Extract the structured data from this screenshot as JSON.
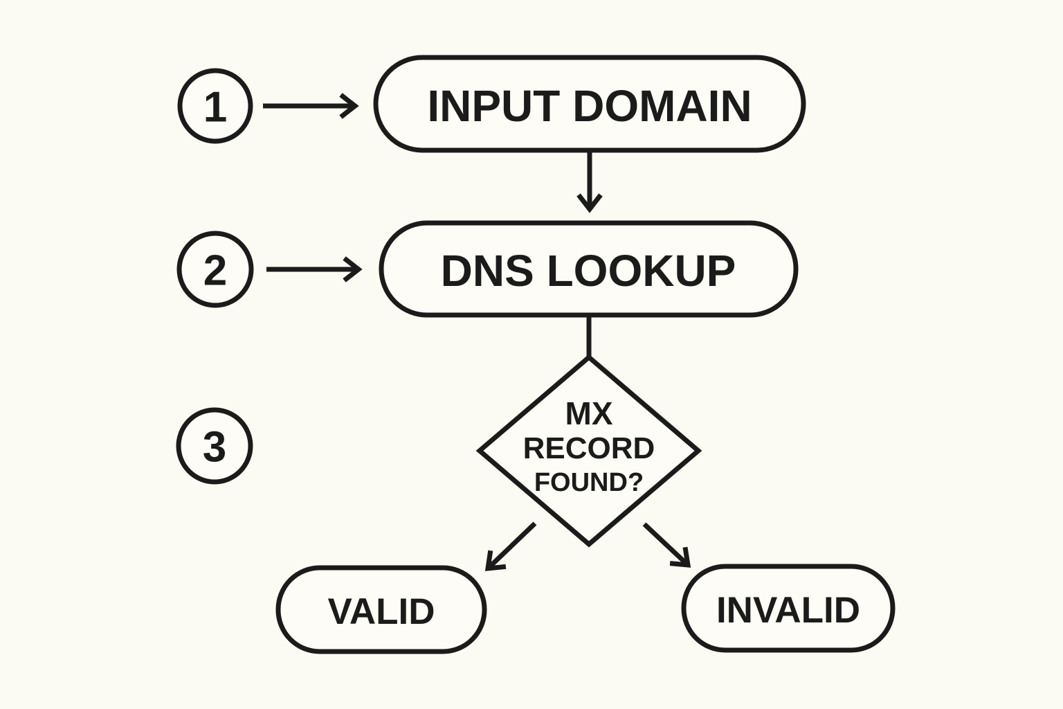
{
  "colors": {
    "background": "#FCFBF3",
    "node_fill": "#FDFCF6",
    "line": "#1B1B1B",
    "text": "#1B1B1B"
  },
  "steps": [
    {
      "label": "1"
    },
    {
      "label": "2"
    },
    {
      "label": "3"
    }
  ],
  "nodes": {
    "input_domain": {
      "label": "INPUT DOMAIN",
      "shape": "rounded"
    },
    "dns_lookup": {
      "label": "DNS LOOKUP",
      "shape": "rounded"
    },
    "decision": {
      "lines": [
        "MX",
        "RECORD",
        "FOUND?"
      ],
      "shape": "diamond"
    },
    "valid": {
      "label": "VALID",
      "shape": "rounded"
    },
    "invalid": {
      "label": "INVALID",
      "shape": "rounded"
    }
  },
  "edges": [
    {
      "from": "step-1",
      "to": "input-domain",
      "arrow": true
    },
    {
      "from": "step-2",
      "to": "dns-lookup",
      "arrow": true
    },
    {
      "from": "input-domain",
      "to": "dns-lookup",
      "arrow": true
    },
    {
      "from": "dns-lookup",
      "to": "decision",
      "arrow": false
    },
    {
      "from": "decision",
      "to": "valid",
      "arrow": true
    },
    {
      "from": "decision",
      "to": "invalid",
      "arrow": true
    }
  ]
}
